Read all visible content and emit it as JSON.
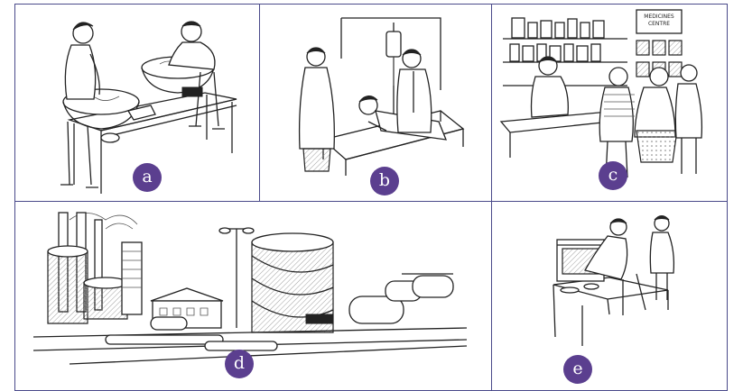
{
  "panels": [
    {
      "id": "a",
      "label": "a"
    },
    {
      "id": "b",
      "label": "b"
    },
    {
      "id": "c",
      "label": "c"
    },
    {
      "id": "d",
      "label": "d"
    },
    {
      "id": "e",
      "label": "e"
    }
  ],
  "shop_sign": {
    "line1": "MEDICINES",
    "line2": "CENTRE"
  },
  "colors": {
    "badge": "#5b3f8f",
    "border": "#4a4a8a"
  }
}
